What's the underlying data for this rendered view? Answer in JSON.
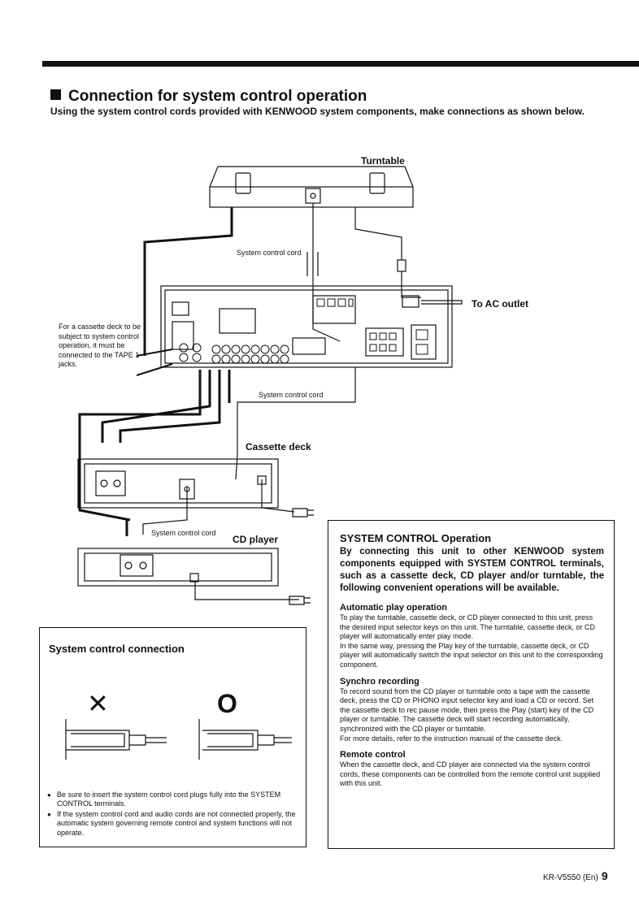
{
  "section": {
    "title": "Connection for system control operation",
    "subtitle": "Using the system control cords provided with KENWOOD system components, make connections as shown below."
  },
  "diagram": {
    "turntable_label": "Turntable",
    "cord_label_1": "System control cord",
    "cord_label_2": "System control cord",
    "cord_label_3": "System control cord",
    "ac_outlet_label": "To AC outlet",
    "cassette_deck_label": "Cassette deck",
    "cd_player_label": "CD player",
    "cassette_note": "For a cassette deck to be subject to system control operation, it must be connected to the TAPE 1 jacks."
  },
  "system_control_operation": {
    "title": "SYSTEM CONTROL Operation",
    "intro": "By connecting this unit to other KENWOOD system components equipped with SYSTEM CONTROL terminals, such as a cassette deck, CD player and/or turntable, the following convenient operations will be available.",
    "sections": [
      {
        "title": "Automatic play operation",
        "body": "To play the turntable, cassette deck, or CD player connected to this unit, press the desired input selector keys on this unit. The turntable, cassette deck, or CD player will automatically enter play mode.\nIn the same way, pressing the Play key of the turntable, cassette deck, or CD player will automatically switch the input selector on this unit to the corresponding component."
      },
      {
        "title": "Synchro recording",
        "body": "To record sound from the CD player or turntable onto a tape with the cassette deck, press the CD or PHONO input selector key and load a CD or record. Set the cassette deck to rec pause mode, then press the Play (start) key of the CD player or turntable. The cassette deck will start recording automatically, synchronized with the CD player or turntable.\nFor more details, refer to the instruction manual of the cassette deck."
      },
      {
        "title": "Remote control",
        "body": "When the cassette deck, and CD player are connected via the system control cords, these components can be controlled from the remote control unit supplied with this unit."
      }
    ]
  },
  "system_control_connection": {
    "title": "System control connection",
    "wrong_mark": "✕",
    "right_mark": "O",
    "notes": [
      "Be sure to insert the system control cord plugs fully into the SYSTEM CONTROL terminals.",
      "If the system control cord and audio cords are not connected properly, the automatic system governing remote control and system functions will not operate."
    ]
  },
  "footer": {
    "model": "KR-V5550 (En)",
    "page_number": "9"
  }
}
